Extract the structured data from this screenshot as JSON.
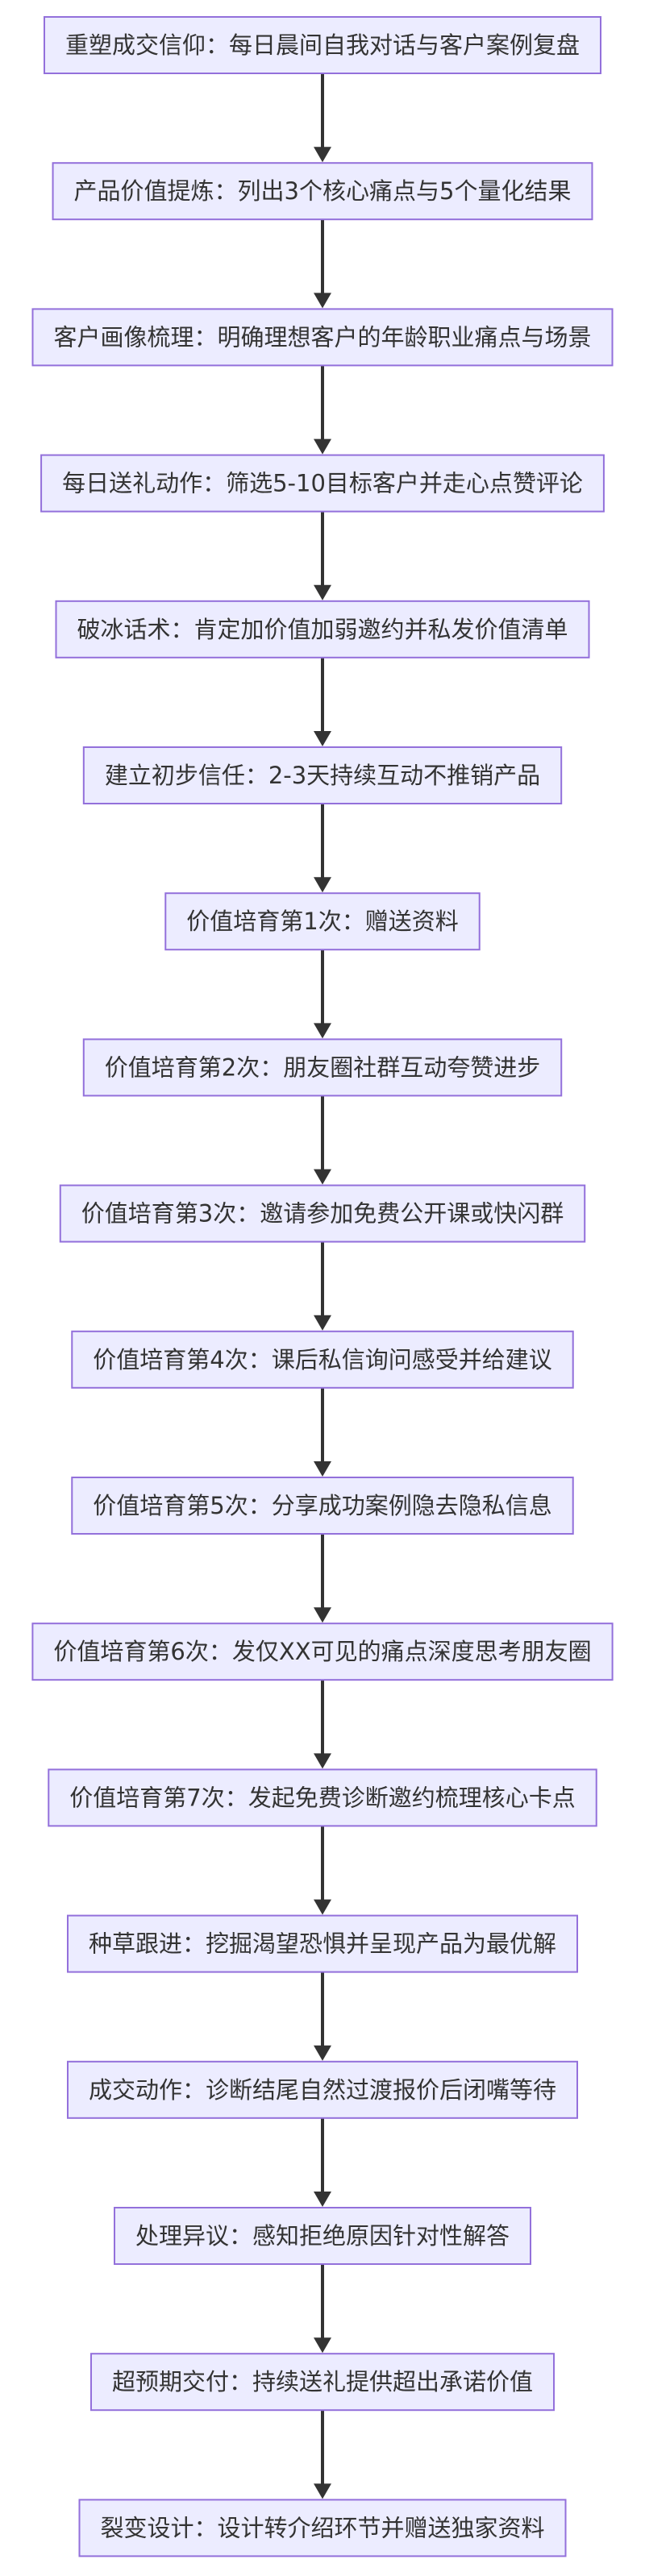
{
  "flowchart": {
    "direction": "top-down",
    "colors": {
      "node_fill": "#ececff",
      "node_border": "#9370db",
      "text": "#333333",
      "edge": "#333333"
    },
    "steps": [
      {
        "label": "重塑成交信仰：每日晨间自我对话与客户案例复盘"
      },
      {
        "label": "产品价值提炼：列出3个核心痛点与5个量化结果"
      },
      {
        "label": "客户画像梳理：明确理想客户的年龄职业痛点与场景"
      },
      {
        "label": "每日送礼动作：筛选5-10目标客户并走心点赞评论"
      },
      {
        "label": "破冰话术：肯定加价值加弱邀约并私发价值清单"
      },
      {
        "label": "建立初步信任：2-3天持续互动不推销产品"
      },
      {
        "label": "价值培育第1次：赠送资料"
      },
      {
        "label": "价值培育第2次：朋友圈社群互动夸赞进步"
      },
      {
        "label": "价值培育第3次：邀请参加免费公开课或快闪群"
      },
      {
        "label": "价值培育第4次：课后私信询问感受并给建议"
      },
      {
        "label": "价值培育第5次：分享成功案例隐去隐私信息"
      },
      {
        "label": "价值培育第6次：发仅XX可见的痛点深度思考朋友圈"
      },
      {
        "label": "价值培育第7次：发起免费诊断邀约梳理核心卡点"
      },
      {
        "label": "种草跟进：挖掘渴望恐惧并呈现产品为最优解"
      },
      {
        "label": "成交动作：诊断结尾自然过渡报价后闭嘴等待"
      },
      {
        "label": "处理异议：感知拒绝原因针对性解答"
      },
      {
        "label": "超预期交付：持续送礼提供超出承诺价值"
      },
      {
        "label": "裂变设计：设计转介绍环节并赠送独家资料"
      }
    ]
  }
}
